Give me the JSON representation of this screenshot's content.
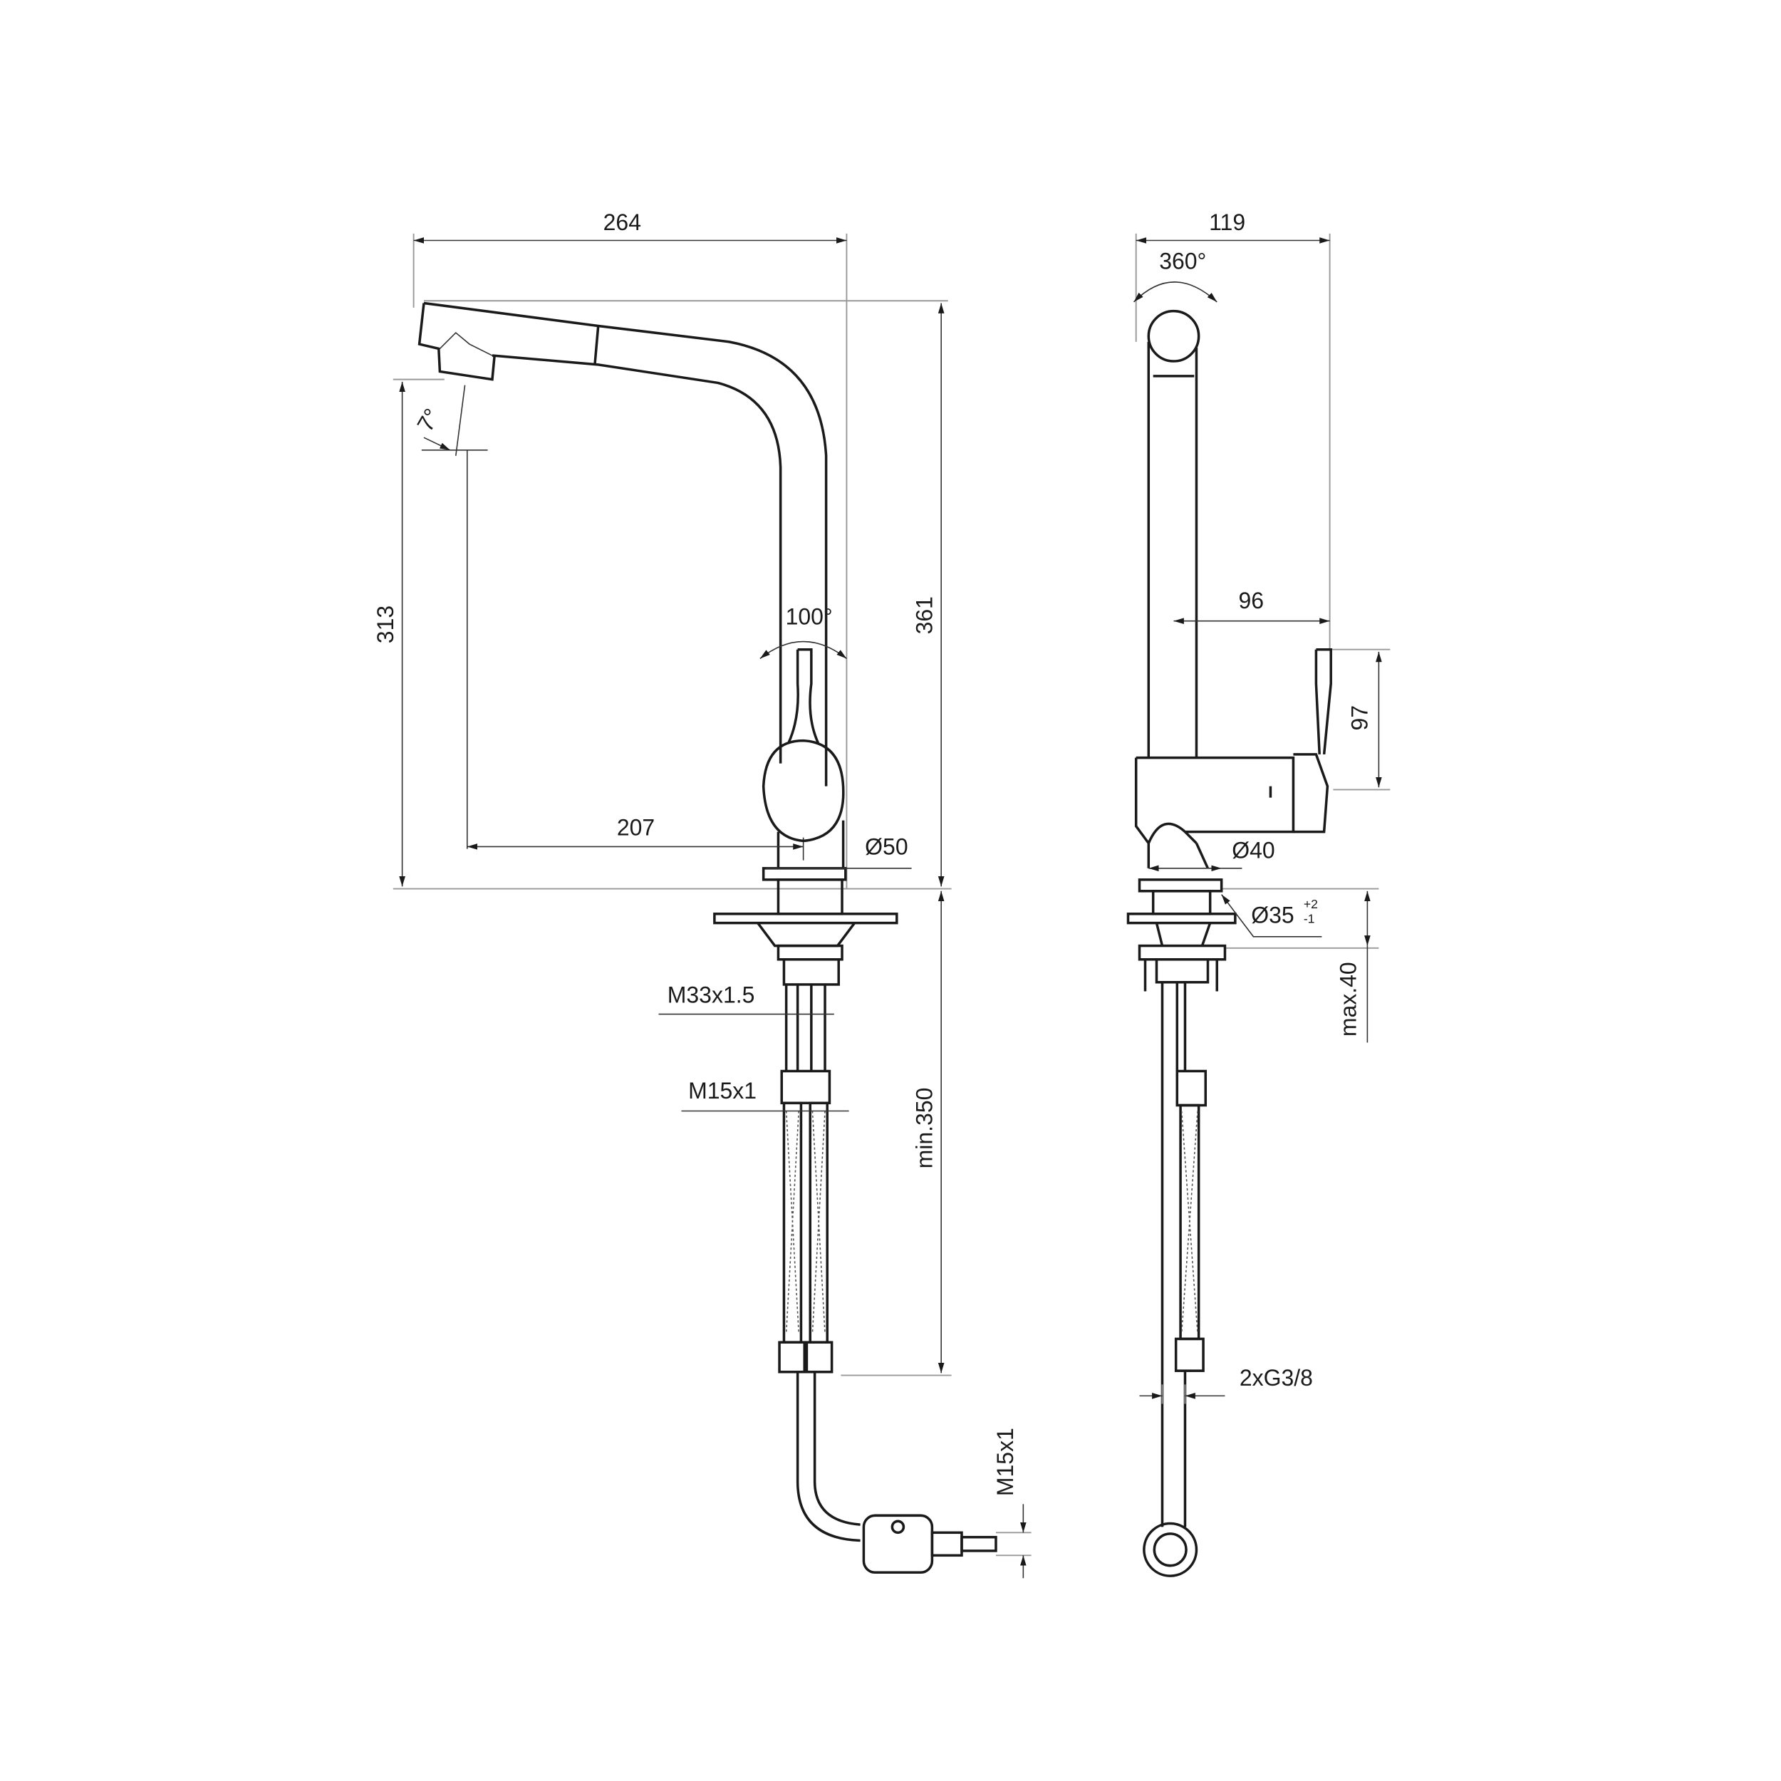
{
  "drawing": {
    "side_view": {
      "width_dim": "264",
      "height_dim": "361",
      "spout_height_dim": "313",
      "reach_dim": "207",
      "spray_angle": "7°",
      "handle_angle": "100°",
      "base_diameter": "Ø50",
      "thread_body": "M33x1.5",
      "thread_hose": "M15x1",
      "hose_length": "min.350",
      "thread_outlet": "M15x1"
    },
    "front_view": {
      "width_dim": "119",
      "rotation": "360°",
      "handle_offset": "96",
      "handle_height": "97",
      "base_diameter": "Ø40",
      "hole_diameter": "Ø35",
      "hole_tol_plus": "+2",
      "hole_tol_minus": "-1",
      "deck_thickness": "max.40",
      "connections": "2xG3/8"
    }
  }
}
